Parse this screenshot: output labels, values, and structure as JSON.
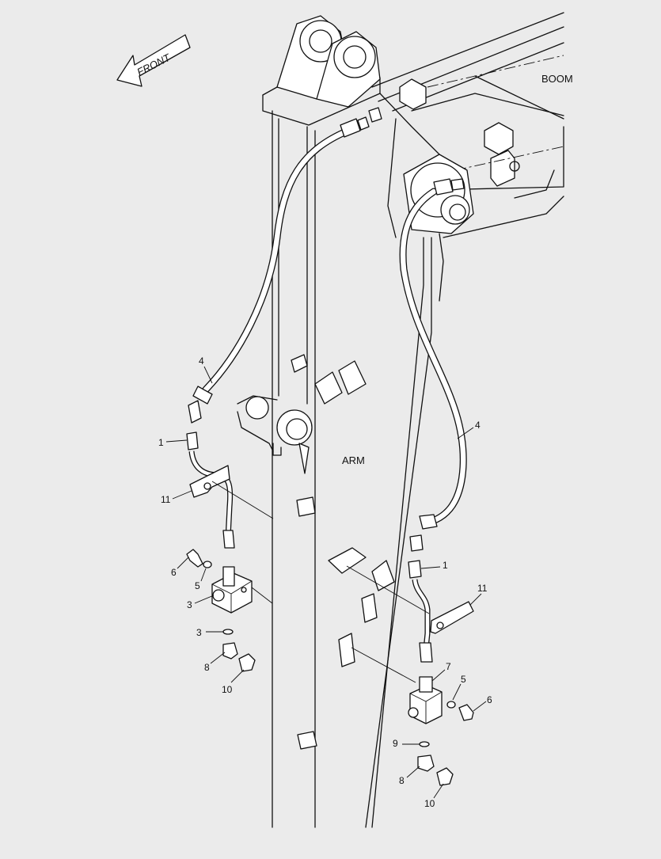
{
  "labels": {
    "front": "FRONT",
    "boom": "BOOM",
    "arm": "ARM"
  },
  "callouts": {
    "left": {
      "hose": "4",
      "adapter": "1",
      "clamp": "11",
      "bolt": "6",
      "washer": "5",
      "valve": "3",
      "oring": "3",
      "elbow": "8",
      "plug": "10"
    },
    "right": {
      "hose": "4",
      "adapter": "1",
      "clamp": "11",
      "valve": "7",
      "washer": "5",
      "bolt": "6",
      "oring": "9",
      "elbow": "8",
      "plug": "10"
    }
  }
}
